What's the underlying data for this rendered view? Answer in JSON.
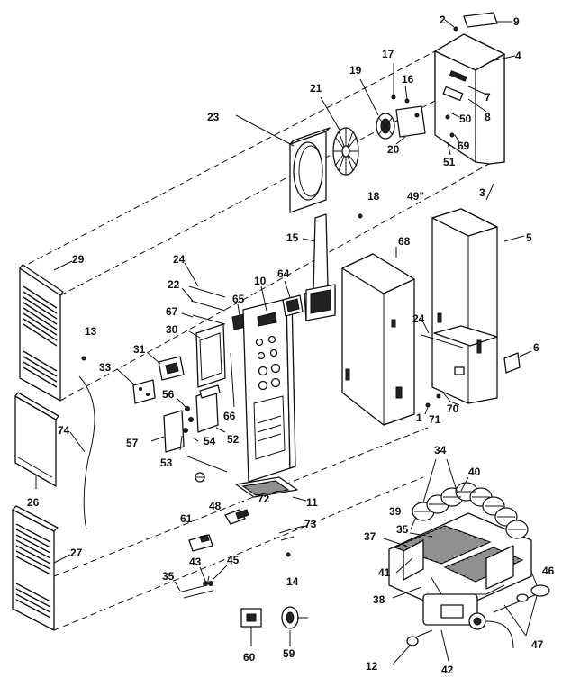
{
  "diagram": {
    "parts": {
      "p2": "2",
      "p9": "9",
      "p4": "4",
      "p17": "17",
      "p16": "16",
      "p19": "19",
      "p21": "21",
      "p7": "7",
      "p8": "8",
      "p50": "50",
      "p23": "23",
      "p69": "69",
      "p20": "20",
      "p51": "51",
      "p3": "3",
      "p18": "18",
      "p49": "49\"",
      "p15": "15",
      "p68": "68",
      "p5": "5",
      "p29": "29",
      "p24a": "24",
      "p22": "22",
      "p64": "64",
      "p10": "10",
      "p65": "65",
      "p67": "67",
      "p30": "30",
      "p13": "13",
      "p31": "31",
      "p33": "33",
      "p56": "56",
      "p66": "66",
      "p54": "54",
      "p52": "52",
      "p57": "57",
      "p53": "53",
      "p74": "74",
      "p26": "26",
      "p24b": "24",
      "p6": "6",
      "p1": "1",
      "p71": "71",
      "p70": "70",
      "p34": "34",
      "p40": "40",
      "p39": "39",
      "p35a": "35",
      "p37": "37",
      "p41": "41",
      "p38": "38",
      "p72": "72",
      "p11": "11",
      "p48": "48",
      "p73": "73",
      "p61": "61",
      "p27": "27",
      "p43": "43",
      "p45": "45",
      "p35b": "35",
      "p14": "14",
      "p46": "46",
      "p47": "47",
      "p60": "60",
      "p59": "59",
      "p12": "12",
      "p42": "42"
    }
  }
}
